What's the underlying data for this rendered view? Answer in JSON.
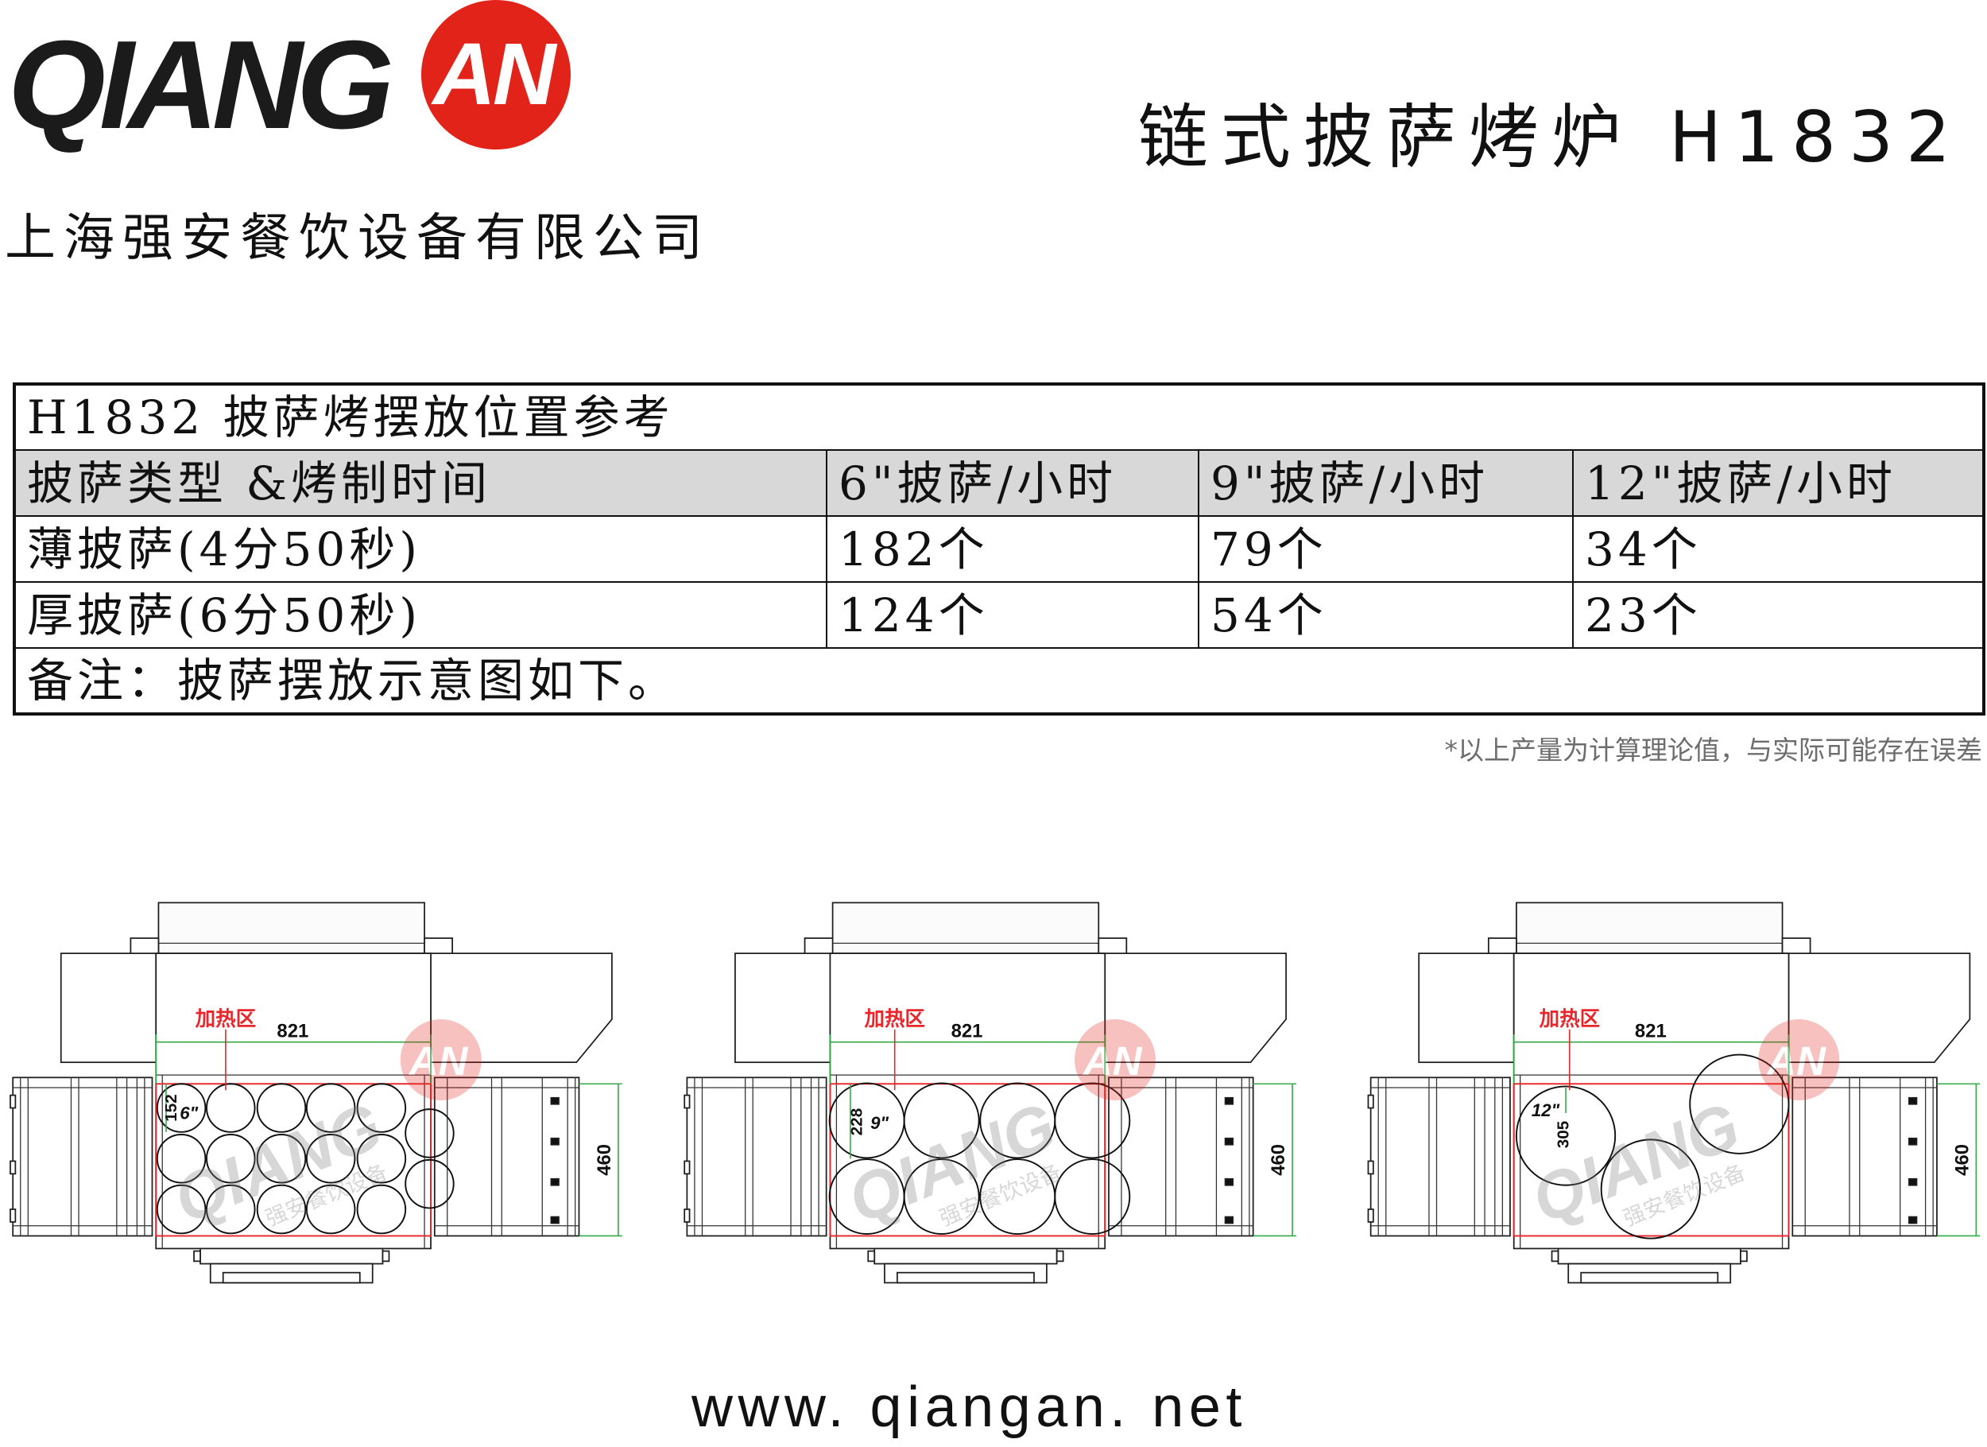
{
  "header": {
    "logo_text": "QIANG",
    "logo_badge": "AN",
    "title": "链式披萨烤炉 H1832",
    "company": "上海强安餐饮设备有限公司"
  },
  "table": {
    "title": "H1832 披萨烤摆放位置参考",
    "columns": [
      "披萨类型 &烤制时间",
      "6\"披萨/小时",
      "9\"披萨/小时",
      "12\"披萨/小时"
    ],
    "rows": [
      [
        "薄披萨(4分50秒)",
        "182个",
        "79个",
        "34个"
      ],
      [
        "厚披萨(6分50秒)",
        "124个",
        "54个",
        "23个"
      ]
    ],
    "note": "备注：披萨摆放示意图如下。"
  },
  "disclaimer": "*以上产量为计算理论值，与实际可能存在误差",
  "diagrams": [
    {
      "heating_label": "加热区",
      "width_label": "821",
      "depth_label": "460",
      "pizza_size": "6\"",
      "pizza_diameter": "152"
    },
    {
      "heating_label": "加热区",
      "width_label": "821",
      "depth_label": "460",
      "pizza_size": "9\"",
      "pizza_diameter": "228"
    },
    {
      "heating_label": "加热区",
      "width_label": "821",
      "depth_label": "460",
      "pizza_size": "12\"",
      "pizza_diameter": "305"
    }
  ],
  "watermark": {
    "brand": "QIANG",
    "badge": "AN",
    "tagline": "强安餐饮设备"
  },
  "colors": {
    "brand_red": "#e2231a",
    "heating_red": "#e8262b",
    "dimension_green": "#35a84a",
    "header_gray": "#d8d8d8",
    "line_dark": "#1e1e1e"
  },
  "footer": {
    "website": "www. qiangan. net"
  }
}
